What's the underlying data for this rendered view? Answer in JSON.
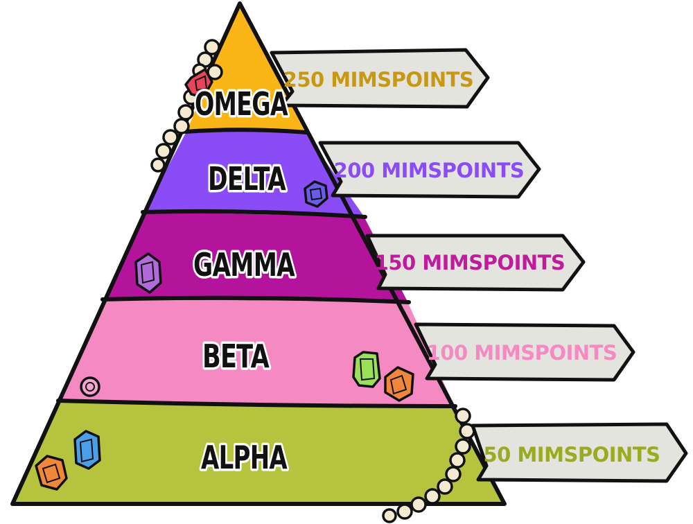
{
  "diagram": {
    "tiers": [
      {
        "id": "omega",
        "name": "OMEGA",
        "points": "250 MIMSPOINTS",
        "fill": "#fbb516",
        "text_color": "#c99812"
      },
      {
        "id": "delta",
        "name": "DELTA",
        "points": "200 MIMSPOINTS",
        "fill": "#8a4cf6",
        "text_color": "#8a4cf6"
      },
      {
        "id": "gamma",
        "name": "GAMMA",
        "points": "150 MIMSPOINTS",
        "fill": "#b4139c",
        "text_color": "#c01a9d"
      },
      {
        "id": "beta",
        "name": "BETA",
        "points": "100 MIMSPOINTS",
        "fill": "#f58ac3",
        "text_color": "#f58ac3"
      },
      {
        "id": "alpha",
        "name": "ALPHA",
        "points": "50 MIMSPOINTS",
        "fill": "#b5c33f",
        "text_color": "#9aab22"
      }
    ],
    "outline_color": "#111111",
    "sign_color": "#e4e4de",
    "pearl_color": "#f4ead2",
    "gem_colors": {
      "red": "#e8455a",
      "blue_purple": "#6a5ce8",
      "purple": "#b06ad9",
      "pink": "#f5a3d0",
      "green": "#9be05a",
      "orange": "#f0873a",
      "blue": "#4a9fe8"
    }
  }
}
